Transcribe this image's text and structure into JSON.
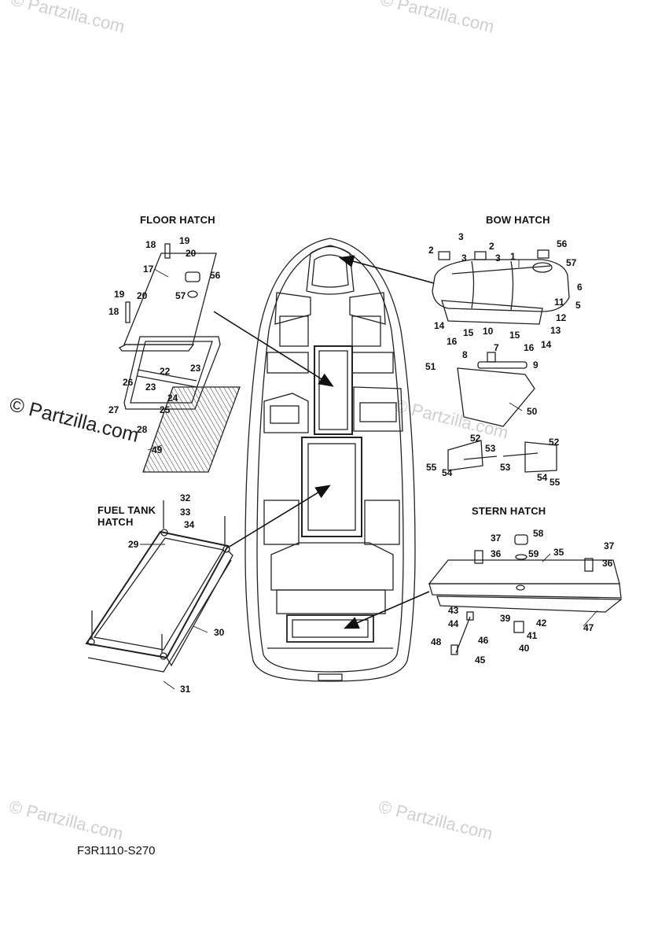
{
  "watermarks": {
    "top_left": "© Partzilla.com",
    "top_right": "© Partzilla.com",
    "middle_left": "© Partzilla.com",
    "middle_right": "© Partzilla.com",
    "bottom_left": "© Partzilla.com",
    "bottom_right": "© Partzilla.com"
  },
  "section_titles": {
    "floor_hatch": "FLOOR HATCH",
    "bow_hatch": "BOW HATCH",
    "fuel_tank_hatch_line1": "FUEL TANK",
    "fuel_tank_hatch_line2": "HATCH",
    "stern_hatch": "STERN HATCH"
  },
  "diagram_code": "F3R1110-S270",
  "callouts": [
    {
      "id": "1",
      "label": "1"
    },
    {
      "id": "2a",
      "label": "2"
    },
    {
      "id": "2b",
      "label": "2"
    },
    {
      "id": "3a",
      "label": "3"
    },
    {
      "id": "3b",
      "label": "3"
    },
    {
      "id": "3c",
      "label": "3"
    },
    {
      "id": "5",
      "label": "5"
    },
    {
      "id": "6",
      "label": "6"
    },
    {
      "id": "7",
      "label": "7"
    },
    {
      "id": "8",
      "label": "8"
    },
    {
      "id": "9",
      "label": "9"
    },
    {
      "id": "10",
      "label": "10"
    },
    {
      "id": "11",
      "label": "11"
    },
    {
      "id": "12",
      "label": "12"
    },
    {
      "id": "13",
      "label": "13"
    },
    {
      "id": "14a",
      "label": "14"
    },
    {
      "id": "14b",
      "label": "14"
    },
    {
      "id": "15a",
      "label": "15"
    },
    {
      "id": "15b",
      "label": "15"
    },
    {
      "id": "16a",
      "label": "16"
    },
    {
      "id": "16b",
      "label": "16"
    },
    {
      "id": "17",
      "label": "17"
    },
    {
      "id": "18a",
      "label": "18"
    },
    {
      "id": "18b",
      "label": "18"
    },
    {
      "id": "19a",
      "label": "19"
    },
    {
      "id": "19b",
      "label": "19"
    },
    {
      "id": "20a",
      "label": "20"
    },
    {
      "id": "20b",
      "label": "20"
    },
    {
      "id": "22",
      "label": "22"
    },
    {
      "id": "23a",
      "label": "23"
    },
    {
      "id": "23b",
      "label": "23"
    },
    {
      "id": "24",
      "label": "24"
    },
    {
      "id": "25",
      "label": "25"
    },
    {
      "id": "26",
      "label": "26"
    },
    {
      "id": "27",
      "label": "27"
    },
    {
      "id": "28",
      "label": "28"
    },
    {
      "id": "29",
      "label": "29"
    },
    {
      "id": "30",
      "label": "30"
    },
    {
      "id": "31",
      "label": "31"
    },
    {
      "id": "32",
      "label": "32"
    },
    {
      "id": "33",
      "label": "33"
    },
    {
      "id": "34",
      "label": "34"
    },
    {
      "id": "35",
      "label": "35"
    },
    {
      "id": "36a",
      "label": "36"
    },
    {
      "id": "36b",
      "label": "36"
    },
    {
      "id": "37a",
      "label": "37"
    },
    {
      "id": "37b",
      "label": "37"
    },
    {
      "id": "39",
      "label": "39"
    },
    {
      "id": "40",
      "label": "40"
    },
    {
      "id": "41",
      "label": "41"
    },
    {
      "id": "42",
      "label": "42"
    },
    {
      "id": "43",
      "label": "43"
    },
    {
      "id": "44",
      "label": "44"
    },
    {
      "id": "45",
      "label": "45"
    },
    {
      "id": "46",
      "label": "46"
    },
    {
      "id": "47",
      "label": "47"
    },
    {
      "id": "48",
      "label": "48"
    },
    {
      "id": "49",
      "label": "49"
    },
    {
      "id": "50",
      "label": "50"
    },
    {
      "id": "51",
      "label": "51"
    },
    {
      "id": "52a",
      "label": "52"
    },
    {
      "id": "52b",
      "label": "52"
    },
    {
      "id": "53a",
      "label": "53"
    },
    {
      "id": "53b",
      "label": "53"
    },
    {
      "id": "54a",
      "label": "54"
    },
    {
      "id": "54b",
      "label": "54"
    },
    {
      "id": "55a",
      "label": "55"
    },
    {
      "id": "55b",
      "label": "55"
    },
    {
      "id": "56a",
      "label": "56"
    },
    {
      "id": "56b",
      "label": "56"
    },
    {
      "id": "57a",
      "label": "57"
    },
    {
      "id": "57b",
      "label": "57"
    },
    {
      "id": "58",
      "label": "58"
    },
    {
      "id": "59",
      "label": "59"
    }
  ]
}
